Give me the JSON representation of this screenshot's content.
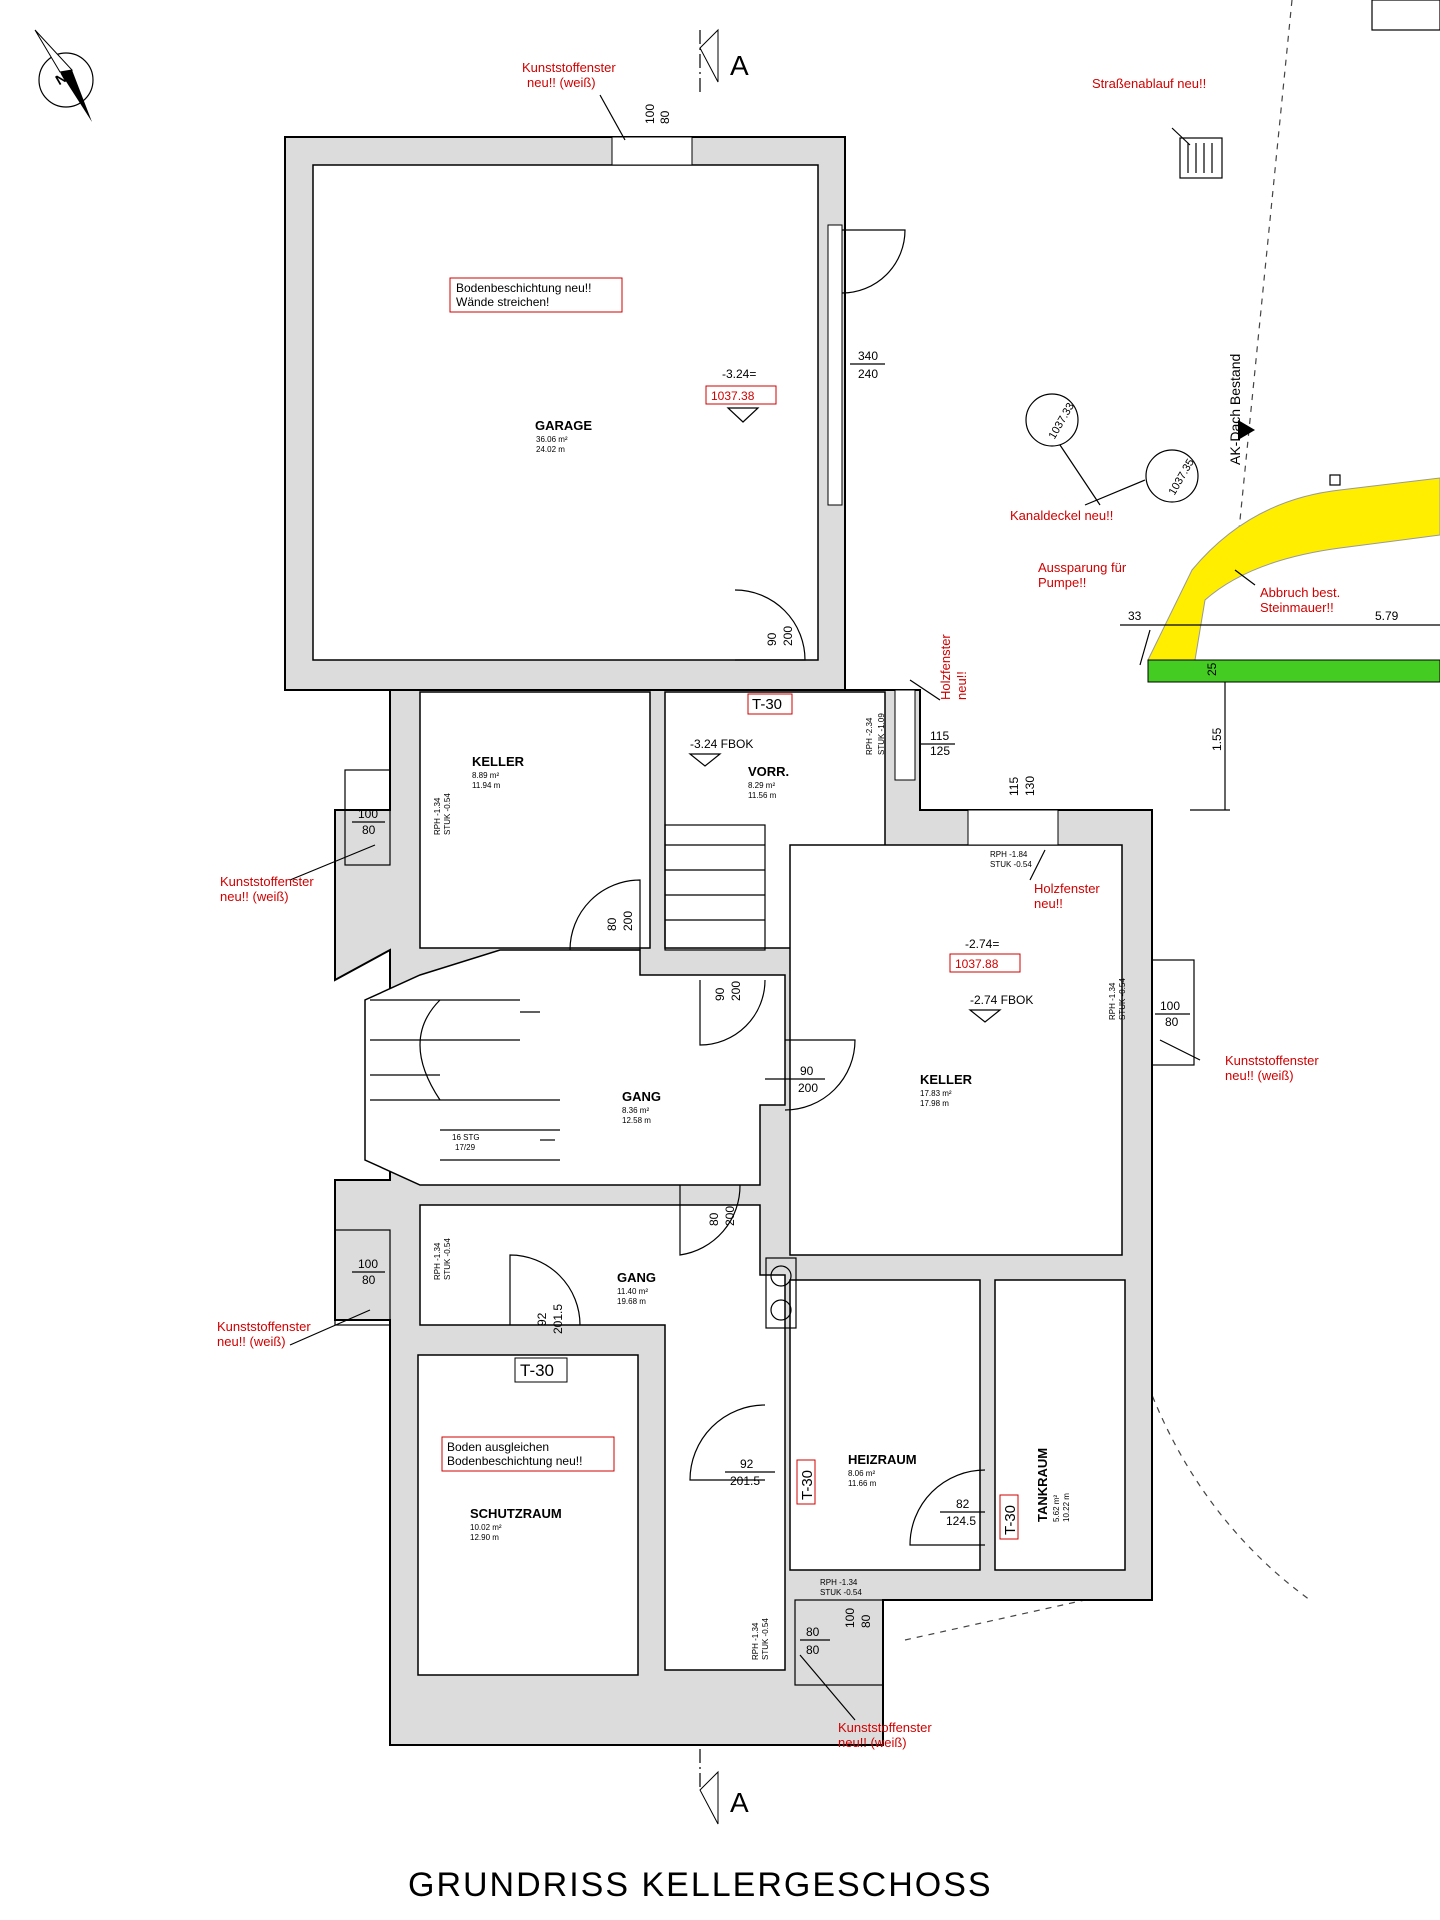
{
  "title": "GRUNDRISS  KELLERGESCHOSS",
  "section_label": "A",
  "north_label": "N",
  "rooms": {
    "garage": {
      "name": "GARAGE",
      "area": "36.06 m²",
      "perimeter": "24.02 m"
    },
    "keller1": {
      "name": "KELLER",
      "area": "8.89 m²",
      "perimeter": "11.94 m"
    },
    "vorr": {
      "name": "VORR.",
      "area": "8.29 m²",
      "perimeter": "11.56 m"
    },
    "gang1": {
      "name": "GANG",
      "area": "8.36 m²",
      "perimeter": "12.58 m"
    },
    "keller2": {
      "name": "KELLER",
      "area": "17.83 m²",
      "perimeter": "17.98 m"
    },
    "gang2": {
      "name": "GANG",
      "area": "11.40 m²",
      "perimeter": "19.68 m"
    },
    "schutzraum": {
      "name": "SCHUTZRAUM",
      "area": "10.02 m²",
      "perimeter": "12.90 m"
    },
    "heizraum": {
      "name": "HEIZRAUM",
      "area": "8.06 m²",
      "perimeter": "11.66 m"
    },
    "tankraum": {
      "name": "TANKRAUM",
      "area": "5.62 m²",
      "perimeter": "10.22 m"
    }
  },
  "levels": {
    "garage": {
      "rel": "-3.24=",
      "abs": "1037.38"
    },
    "keller": {
      "rel": "-2.74=",
      "abs": "1037.88"
    },
    "vorr_fbok": "-3.24 FBOK",
    "keller_fbok": "-2.74 FBOK",
    "manhole1": "1037.33",
    "manhole2": "1037.35"
  },
  "dims": {
    "win_top": [
      "100",
      "80"
    ],
    "garage_door": [
      "340",
      "240"
    ],
    "door_90_200": [
      "90",
      "200"
    ],
    "door_80_200": [
      "80",
      "200"
    ],
    "win_115_125": [
      "115",
      "125"
    ],
    "win_115_130": [
      "115",
      "130"
    ],
    "win_100_80": [
      "100",
      "80"
    ],
    "door_92_2015": [
      "92",
      "201.5"
    ],
    "door_82_1245": [
      "82",
      "124.5"
    ],
    "win_80_80": [
      "80",
      "80"
    ],
    "site_33": "33",
    "site_579": "5.79",
    "site_25": "25",
    "site_155": "1.55"
  },
  "rph": {
    "a": [
      "RPH  -2.34",
      "STUK -1.09"
    ],
    "b": [
      "RPH  -1.84",
      "STUK -0.54"
    ],
    "c": [
      "RPH  -1.34",
      "STUK -0.54"
    ]
  },
  "stair_label": [
    "16 STG",
    "17/29"
  ],
  "fire_door": "T-30",
  "notes": {
    "kunststoff": [
      "Kunststoffenster",
      "neu!! (weiß)"
    ],
    "holz": [
      "Holzfenster",
      "neu!!"
    ],
    "strassenablauf": "Straßenablauf neu!!",
    "kanaldeckel": "Kanaldeckel neu!!",
    "aussparung": [
      "Aussparung für",
      "Pumpe!!"
    ],
    "abbruch": [
      "Abbruch best.",
      "Steinmauer!!"
    ],
    "akdach": "AK-Dach Bestand",
    "garage_box": [
      "Bodenbeschichtung neu!!",
      "Wände streichen!"
    ],
    "schutz_box": [
      "Boden ausgleichen",
      "Bodenbeschichtung neu!!"
    ]
  },
  "colors": {
    "red": "#d10000",
    "yellow": "#ffee00",
    "green": "#44cc22",
    "wall": "#dcdcdc"
  }
}
